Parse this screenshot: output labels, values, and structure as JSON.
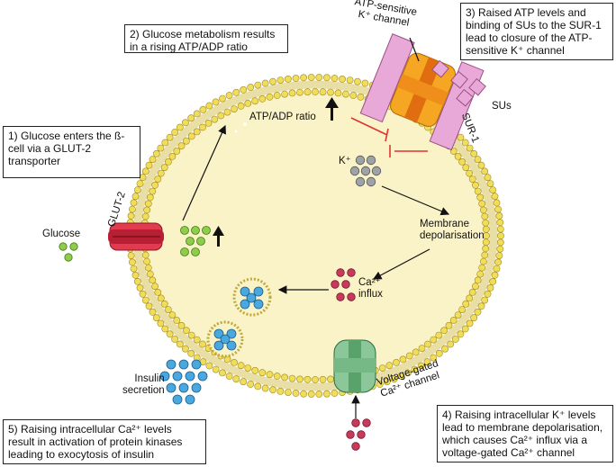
{
  "steps": {
    "s1": "1) Glucose enters the ß-cell via a GLUT-2 transporter",
    "s2": "2) Glucose metabolism results in a rising ATP/ADP ratio",
    "s3": "3) Raised ATP levels and binding of SUs to the SUR-1 lead to closure of the ATP-sensitive K⁺ channel",
    "s4": "4) Raising intracellular K⁺ levels lead to membrane depolarisation, which causes Ca²⁺ influx via a voltage-gated Ca²⁺ channel",
    "s5": "5) Raising intracellular Ca²⁺ levels result in activation of protein kinases leading to exocytosis of insulin"
  },
  "labels": {
    "glucose": "Glucose",
    "glut2": "GLUT-2",
    "atp_adp": "ATP/ADP ratio",
    "atp_channel": "ATP-sensitive\nK⁺ channel",
    "sus": "SUs",
    "sur1": "SUR-1",
    "kplus": "K⁺",
    "membrane_depol": "Membrane\ndepolarisation",
    "ca_influx": "Ca²⁺\ninflux",
    "insulin": "Insulin\nsecretion",
    "vg_channel": "Voltage-gated\nCa²⁺ channel"
  },
  "colors": {
    "cytoplasm": "#fbf3c8",
    "lipid_head": "#f2dd5a",
    "glut2": "#e23a4e",
    "glucose": "#8fcc4a",
    "atp_channel": "#f5a623",
    "sur1": "#e9a9d8",
    "potassium": "#9ea3a8",
    "calcium": "#c73a5a",
    "insulin": "#4aa8e0",
    "vg_channel": "#8cc79a",
    "inhibit": "#d33"
  }
}
